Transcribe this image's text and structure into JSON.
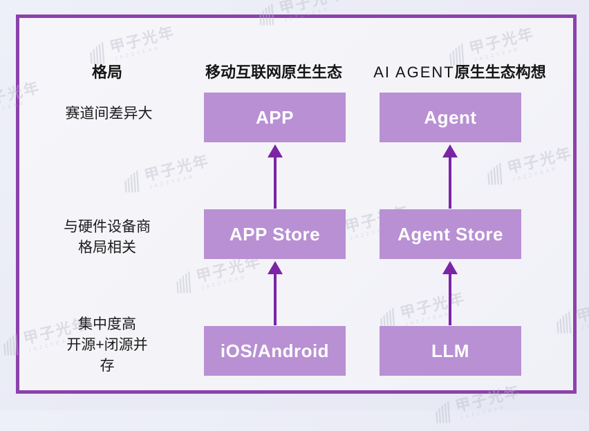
{
  "diagram": {
    "row_header": "格局",
    "row_labels": [
      "赛道间差异大",
      "与硬件设备商\n格局相关",
      "集中度高\n开源+闭源并\n存"
    ],
    "mobile": {
      "header": "移动互联网原生生态",
      "boxes": [
        "APP",
        "APP Store",
        "iOS/Android"
      ]
    },
    "ai": {
      "header_prefix": "AI AGENT",
      "header_suffix": "原生生态构想",
      "boxes": [
        "Agent",
        "Agent Store",
        "LLM"
      ]
    }
  },
  "watermark": {
    "text": "甲子光年",
    "subtext": "JAZZYEAR"
  },
  "colors": {
    "frame_border": "#8c42ab",
    "box_fill": "#b890d3",
    "arrow": "#7b24a6",
    "box_text": "#ffffff",
    "heading_text": "#151515"
  }
}
